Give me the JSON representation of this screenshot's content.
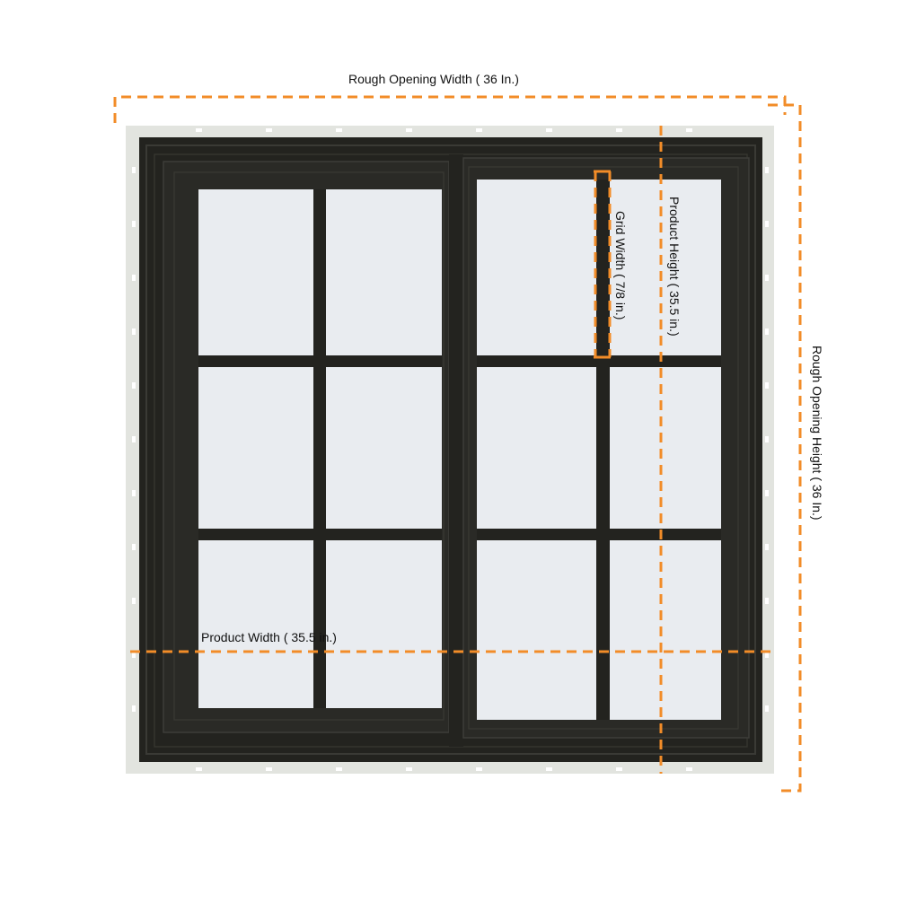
{
  "labels": {
    "rough_opening_width": "Rough Opening Width ( 36 In.)",
    "rough_opening_height": "Rough Opening Height ( 36 In.)",
    "product_width": "Product Width ( 35.5 in.)",
    "product_height": "Product Height ( 35.5 in.)",
    "grid_width": "Grid Width ( 7/8 in.)"
  },
  "colors": {
    "frame": "#23231f",
    "frame_inner": "#2c2c28",
    "glass": "#e9ecf0",
    "flange": "#e2e4df",
    "dimension_line": "#f28c28",
    "text": "#111111"
  },
  "window": {
    "style": "sliding",
    "grid_pattern_per_sash": "2 columns x 3 rows"
  }
}
